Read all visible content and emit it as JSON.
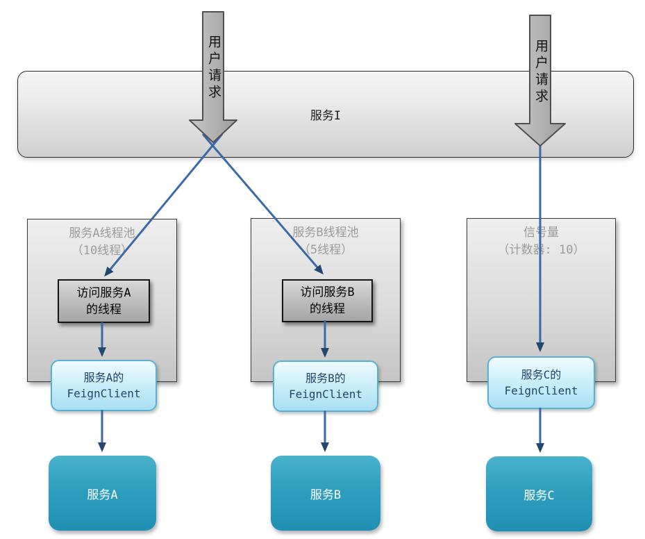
{
  "bar": {
    "label": "服务I"
  },
  "arrows": {
    "left_label": "用户请求",
    "right_label": "用户请求"
  },
  "pools": [
    {
      "title1": "服务A线程池",
      "title2": "（10线程）",
      "thread1": "访问服务A",
      "thread2": "的线程",
      "feign1": "服务A的",
      "feign2": "FeignClient",
      "service": "服务A"
    },
    {
      "title1": "服务B线程池",
      "title2": "（5线程）",
      "thread1": "访问服务B",
      "thread2": "的线程",
      "feign1": "服务B的",
      "feign2": "FeignClient",
      "service": "服务B"
    },
    {
      "title1": "信号量",
      "title2": "（计数器: 10）",
      "feign1": "服务C的",
      "feign2": "FeignClient",
      "service": "服务C"
    }
  ],
  "colors": {
    "connector_line": "#3a68a8",
    "connector_arrowhead": "#24476f",
    "request_arrow_fill_light": "#c6c6c6",
    "request_arrow_fill_dark": "#9c9c9c",
    "request_arrow_border": "#4f4f4f",
    "service_box_top": "#49b2cc",
    "service_box_bottom": "#1f90b3",
    "feign_border": "#57b1d4",
    "feign_text": "#20456b",
    "pool_title_text": "#9b9b9b"
  }
}
